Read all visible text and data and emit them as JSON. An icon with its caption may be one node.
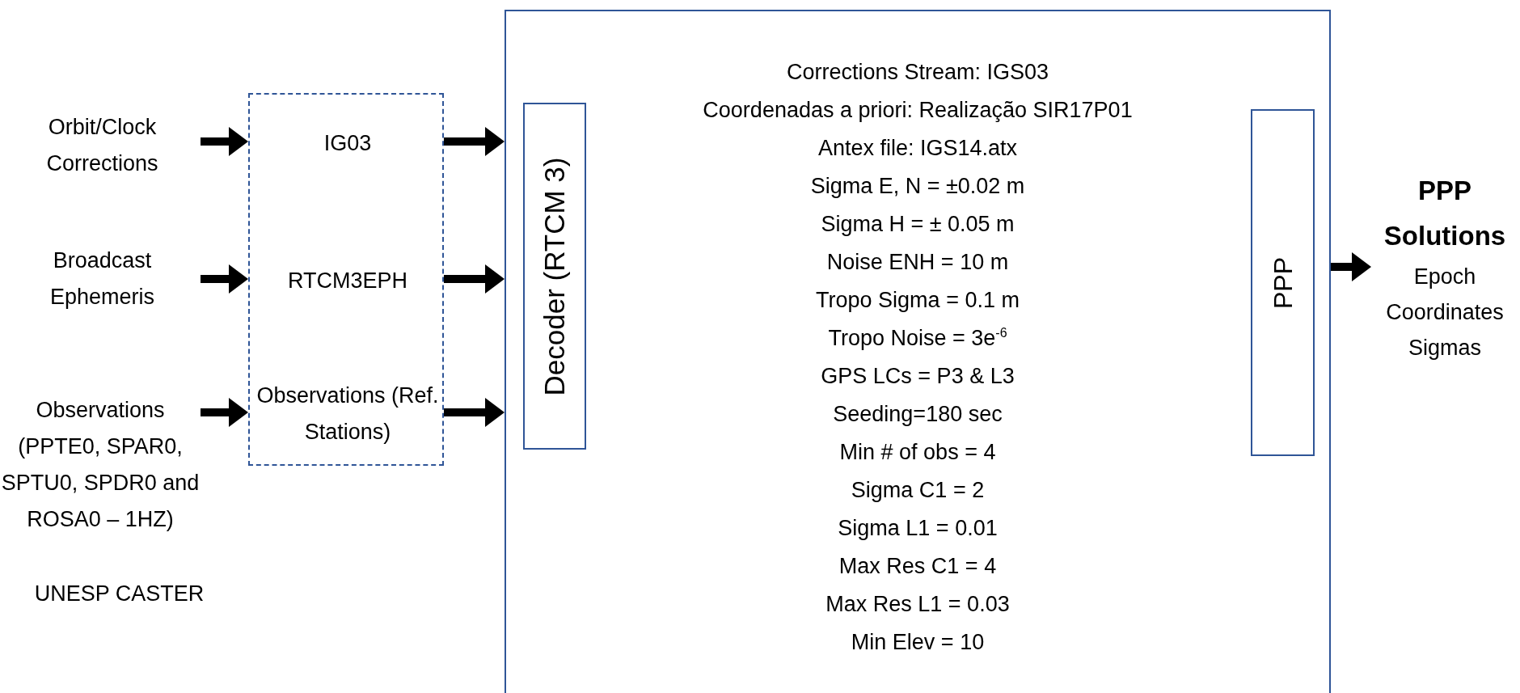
{
  "diagram": {
    "nodes": [
      {
        "text": [
          "Orbit/Clock Corrections"
        ]
      },
      {
        "text": [
          "Broadcast Ephemeris"
        ]
      },
      {
        "text": [
          "Observations (PPTE0, SPAR0, SPTU0, SPDR0 and ROSA0 – 1HZ)"
        ]
      },
      {
        "text": [],
        "shape": "box"
      },
      {
        "text": [
          "IG03"
        ],
        "in": 3
      },
      {
        "text": [
          "RTCM3EPH"
        ],
        "in": 3
      },
      {
        "text": [
          "Observations (Ref. Stations)"
        ],
        "in": 3
      },
      {
        "text": [
          "Corrections Stream: IGS03",
          "Coordenadas a priori: Realização SIR17P01",
          "Antex file: IGS14.atx",
          "Sigma E, N = ±0.02 m",
          "Sigma H = ± 0.05 m",
          "Noise ENH = 10 m",
          "Tropo Sigma = 0.1 m",
          "Tropo Noise = 3e$^{-6}$",
          "GPS LCs = P3 & L3",
          "Seeding=180 sec",
          "Min # of obs = 4",
          "Sigma C1 = 2",
          "Sigma L1 = 0.01",
          "Max Res C1 = 4",
          "Max Res L1 = 0.03",
          "Min Elev = 10"
        ]
      },
      {
        "text": [
          "Decoder (RTCM 3)"
        ],
        "in": 7
      },
      {
        "text": [
          "PPP"
        ],
        "in": 7
      },
      {
        "text": [
          "PPP Solutions",
          "Epoch Coordinates Sigmas"
        ]
      }
    ],
    "edges": [
      {
        "from": 0,
        "to": 4,
        "arrow": "to"
      },
      {
        "from": 1,
        "to": 5,
        "arrow": "to"
      },
      {
        "from": 2,
        "to": 6,
        "arrow": "to"
      },
      {
        "from": 4,
        "to": 7,
        "arrow": "to"
      },
      {
        "from": 5,
        "to": 7,
        "arrow": "to"
      },
      {
        "from": 6,
        "to": 7,
        "arrow": "to"
      },
      {
        "from": 7,
        "to": 10,
        "arrow": "to"
      }
    ],
    "labels": [
      "UNESP CASTER"
    ]
  }
}
